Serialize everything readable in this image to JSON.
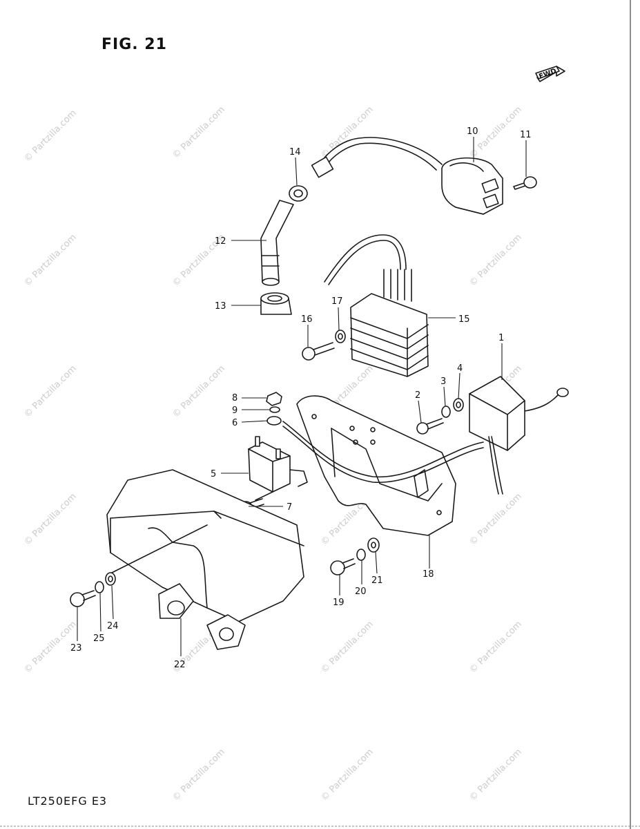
{
  "figure": {
    "title": "FIG. 21",
    "model_code": "LT250EFG  E3",
    "direction_label": "FWD",
    "watermark_text": "© Partzilla.com"
  },
  "callouts": [
    {
      "number": "1"
    },
    {
      "number": "2"
    },
    {
      "number": "3"
    },
    {
      "number": "4"
    },
    {
      "number": "5"
    },
    {
      "number": "6"
    },
    {
      "number": "7"
    },
    {
      "number": "8"
    },
    {
      "number": "9"
    },
    {
      "number": "10"
    },
    {
      "number": "11"
    },
    {
      "number": "12"
    },
    {
      "number": "13"
    },
    {
      "number": "14"
    },
    {
      "number": "15"
    },
    {
      "number": "16"
    },
    {
      "number": "17"
    },
    {
      "number": "18"
    },
    {
      "number": "19"
    },
    {
      "number": "20"
    },
    {
      "number": "21"
    },
    {
      "number": "22"
    },
    {
      "number": "23"
    },
    {
      "number": "24"
    },
    {
      "number": "25"
    }
  ]
}
